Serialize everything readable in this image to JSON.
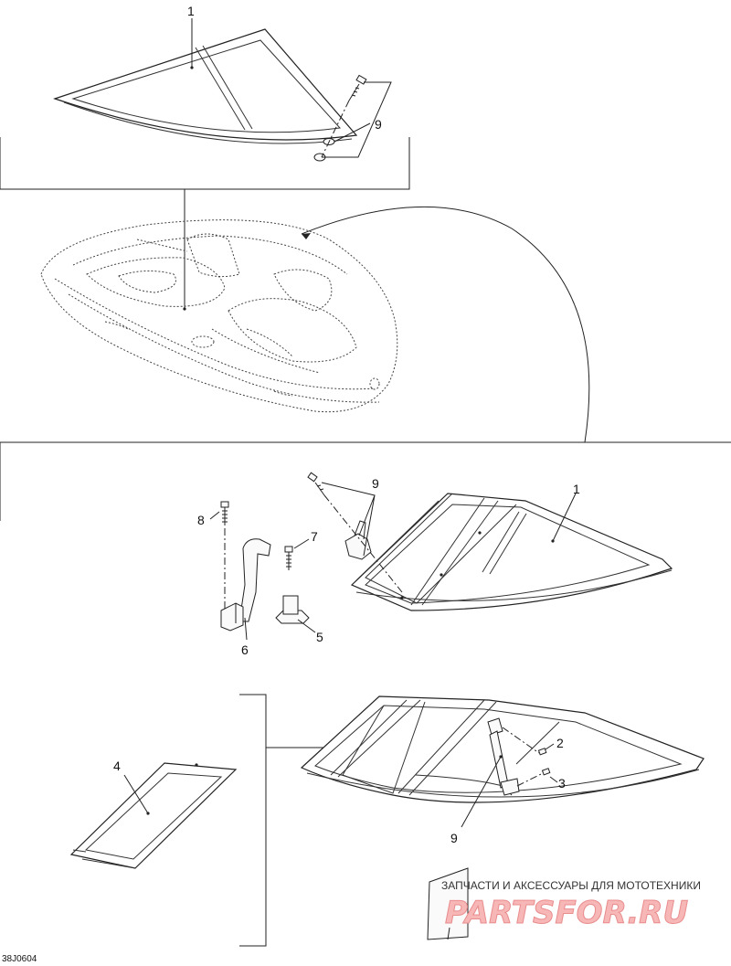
{
  "callouts": {
    "c1_top": "1",
    "c9_top": "9",
    "c9_mid": "9",
    "c1_mid": "1",
    "c8": "8",
    "c7": "7",
    "c6": "6",
    "c5": "5",
    "c2": "2",
    "c3": "3",
    "c4": "4",
    "c9_bottom": "9"
  },
  "reference_code": "38J0604",
  "watermark": {
    "caption": "ЗАПЧАСТИ И АКСЕССУАРЫ ДЛЯ МОТОТЕХНИКИ",
    "logo": "PARTSFOR.RU"
  }
}
